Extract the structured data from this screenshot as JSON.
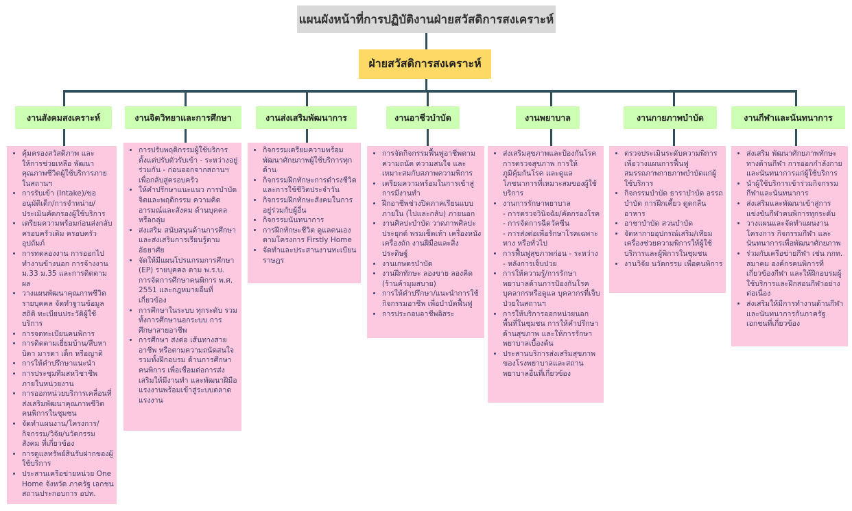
{
  "title": "แผนผังหน้าที่การปฏิบัติงานฝ่ายสวัสดิการสงเคราะห์",
  "department": "ฝ่ายสวัสดิการสงเคราะห์",
  "colors": {
    "title_bg": "#d9d9d9",
    "department_bg": "#ffd966",
    "unit_bg": "#ccffb3",
    "task_bg": "#fcc9e1",
    "line": "#2f4f5a"
  },
  "units": [
    {
      "name": "งานสังคมสงเคราะห์",
      "tasks": [
        "คุ้มครองสวัสดิภาพ และให้การช่วยเหลือ พัฒนาคุณภาพชีวิตผู้ใช้บริการภายในสถานฯ",
        "การรับเข้า (Intake)/ขออนุมัติเด็ก/การจำหน่าย/ประเมินคัดกรองผู้ใช้บริการ",
        "เตรียมความพร้อมก่อนส่งกลับครอบครัวเดิม ครอบครัวอุปถัมภ์",
        "การทดลองงาน การออกไปทำงานข้างนอก การจ้างงาน ม.33 ม.35 และการติดตามผล",
        "วางแผนพัฒนาคุณภาพชีวิตรายบุคคล จัดทำฐานข้อมูล สถิติ ทะเบียนประวัติผู้ใช้บริการ",
        "การจดทะเบียนคนพิการ",
        "การติดตามเยี่ยมบ้าน/สืบหาบิดา มารดา เด็ก หรือญาติ",
        "การให้คำปรึกษาแนะนำ",
        "การประชุมทีมสหวิชาชีพภายในหน่วยงาน",
        "การออกหน่วยบริการเคลื่อนที่ ส่งเสริมพัฒนาคุณภาพชีวิตคนพิการในชุมชน",
        "จัดทำแผนงาน/โครงการ/กิจกรรม/วิจัย/นวัตกรรม สังคม ที่เกี่ยวข้อง",
        "การดูแลทรัพย์สินรับฝากของผู้ใช้บริการ",
        "ประสานเครือข่ายหน่วย One Home จังหวัด ภาครัฐ เอกชน สถานประกอบการ อปท."
      ]
    },
    {
      "name": "งานจิตวิทยาและการศึกษา",
      "tasks": [
        "การปรับพฤติกรรมผู้ใช้บริการ ตั้งแต่ปรับตัวรับเข้า - ระหว่างอยู่ร่วมกัน - ก่อนออกจากสถานฯ เพื่อกลับสู่ครอบครัว",
        "ให้คำปรึกษาแนะแนว การบำบัดจิตและพฤติกรรม ความคิด อารมณ์และสังคม ด้านบุคคลหรือกลุ่ม",
        "ส่งเสริม สนับสนุนด้านการศึกษาและส่งเสริมการเรียนรู้ตามอัธยาศัย",
        "จัดให้มีแผนโปรแกรมการศึกษา (EP) รายบุคคล ตาม พ.ร.บ. การจัดการศึกษาคนพิการ พ.ศ. 2551 และกฎหมายอื่นที่เกี่ยวข้อง",
        "การศึกษาในระบบ ทุกระดับ รวมทั้งการศึกษานอกระบบ การศึกษาสายอาชีพ",
        "การศึกษา ส่งต่อ เส้นทางสายอาชีพ หรือตามความถนัดสนใจ รวมทั้งฝึกอบรม ด้านการศึกษาคนพิการ เพื่อเชื่อมต่อการส่งเสริมให้มีงานทำ และพัฒนาฝีมือแรงงานพร้อมเข้าสู่ระบบตลาดแรงงาน"
      ]
    },
    {
      "name": "งานส่งเสริมพัฒนาการ",
      "tasks": [
        "กิจกรรมเตรียมความพร้อม พัฒนาศักยภาพผู้ใช้บริการทุกด้าน",
        "กิจกรรมฝึกทักษะการดำรงชีวิตและการใช้ชีวิตประจำวัน",
        "กิจกรรมฝึกทักษะสังคมในการอยู่ร่วมกับผู้อื่น",
        "กิจกรรมนันทนาการ",
        "การฝึกทักษะชีวิต ดูแลตนเอง ตามโครงการ Firstly Home",
        "จัดทำและประสานงานทะเบียนราษฎร"
      ]
    },
    {
      "name": "งานอาชีวบำบัด",
      "tasks": [
        "การจัดกิจกรรมฟื้นฟูอาชีพตามความถนัด ความสนใจ และเหมาะสมกับสภาพความพิการ",
        "เตรียมความพร้อมในการเข้าสู่การมีงานทำ",
        "ฝึกอาชีพช่วงปิดภาคเรียนแบบภายใน (ไปและกลับ) ภายนอก",
        "งานศิลปะบำบัด วาดภาพศิลปะประยุกต์ พรมเช็ดเท้า เครื่องหนัง เครื่องถัก งานฝีมือและสิ่งประดิษฐ์",
        "งานเกษตรบำบัด",
        "งานฝึกทักษะ ลองขาย ลองคิด (ร้านค้ามุมสบาย)",
        "การให้คำปรึกษา/แนะนำการใช้กิจกรรมอาชีพ เพื่อบำบัดฟื้นฟู",
        "การประกอบอาชีพอิสระ"
      ]
    },
    {
      "name": "งานพยาบาล",
      "tasks": [
        "ส่งเสริมสุขภาพและป้องกันโรค การตรวจสุขภาพ การให้ภูมิคุ้มกันโรค และดูแลโภชนาการที่เหมาะสมของผู้ใช้บริการ",
        "งานการรักษาพยาบาล\n- การตรวจวินิจฉัย/คัดกรองโรค\n- การจัดการฉีดวัคซีน\n- การส่งต่อเพื่อรักษาโรคเฉพาะทาง หรือทั่วไป",
        "การฟื้นฟูสุขภาพก่อน - ระหว่าง - หลังการเจ็บป่วย",
        "การให้ความรู้/การรักษาพยาบาลด้านการป้องกันโรคบุคลากรหรือดูแล บุคลากรที่เจ็บป่วยในสถานฯ",
        "การให้บริการออกหน่วยนอกพื้นที่ในชุมชน การให้คำปรึกษาด้านสุขภาพ และให้การรักษาพยาบาลเบื้องต้น",
        "ประสานบริการส่งเสริมสุขภาพของโรงพยาบาลและสถานพยาบาลอื่นที่เกี่ยวข้อง"
      ]
    },
    {
      "name": "งานกายภาพบำบัด",
      "tasks": [
        "ตรวจประเมินระดับความพิการเพื่อวางแผนการฟื้นฟูสมรรถภาพกายภาพบำบัดแก่ผู้ใช้บริการ",
        "กิจกรรมบำบัด ธาราบำบัด อรรถบำบัด การฝึกเคี้ยว ดูดกลืนอาหาร",
        "อาชาบำบัด สวนบำบัด",
        "จัดหากายอุปกรณ์เสริม/เทียม เครื่องช่วยความพิการให้ผู้ใช้บริการและผู้พิการในชุมชน",
        "งานวิจัย นวัตกรรม เพื่อคนพิการ"
      ]
    },
    {
      "name": "งานกีฬาและนันทนาการ",
      "tasks": [
        "ส่งเสริม พัฒนาศักยภาพทักษะทางด้านกีฬา การออกกำลังกายและนันทนาการแก่ผู้ใช้บริการ",
        "นำผู้ใช้บริการเข้าร่วมกิจกรรมกีฬาและนันทนาการ",
        "ส่งเสริมและพัฒนาเข้าสู่การแข่งขันกีฬาคนพิการทุกระดับ",
        "วางแผนและจัดทำแผนงานโครงการ กิจกรรมกีฬา และนันทนาการเพื่อพัฒนาศักยภาพ",
        "ร่วมกับเครือข่ายกีฬา เช่น กกท. สมาคม องค์กรคนพิการที่เกี่ยวข้องกีฬา และให้ฝึกอบรมผู้ใช้บริการและฝึกสอนกีฬาอย่างต่อเนื่อง",
        "ส่งเสริมให้มีการทำงานด้านกีฬาและนันทนาการกับภาครัฐ เอกชนที่เกี่ยวข้อง"
      ]
    }
  ]
}
